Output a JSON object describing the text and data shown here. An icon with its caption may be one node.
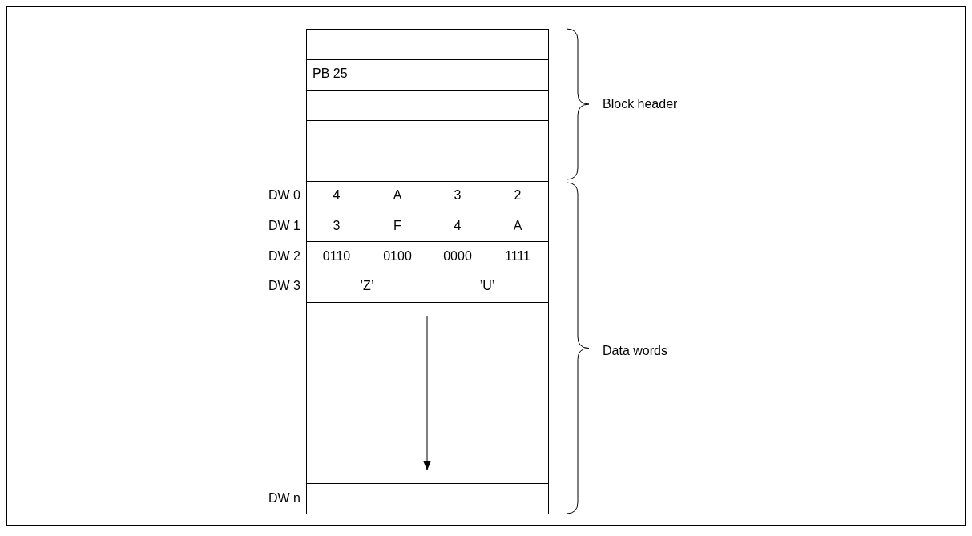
{
  "diagram": {
    "labels": [
      "PB 25",
      "Block header",
      "DW 0",
      "4",
      "A",
      "3",
      "2",
      "DW 1",
      "3",
      "F",
      "4",
      "A",
      "DW 2",
      "0110",
      "0100",
      "0000",
      "1111",
      "DW 3",
      "’Z’",
      "’U’",
      "Data words",
      "DW n"
    ]
  }
}
